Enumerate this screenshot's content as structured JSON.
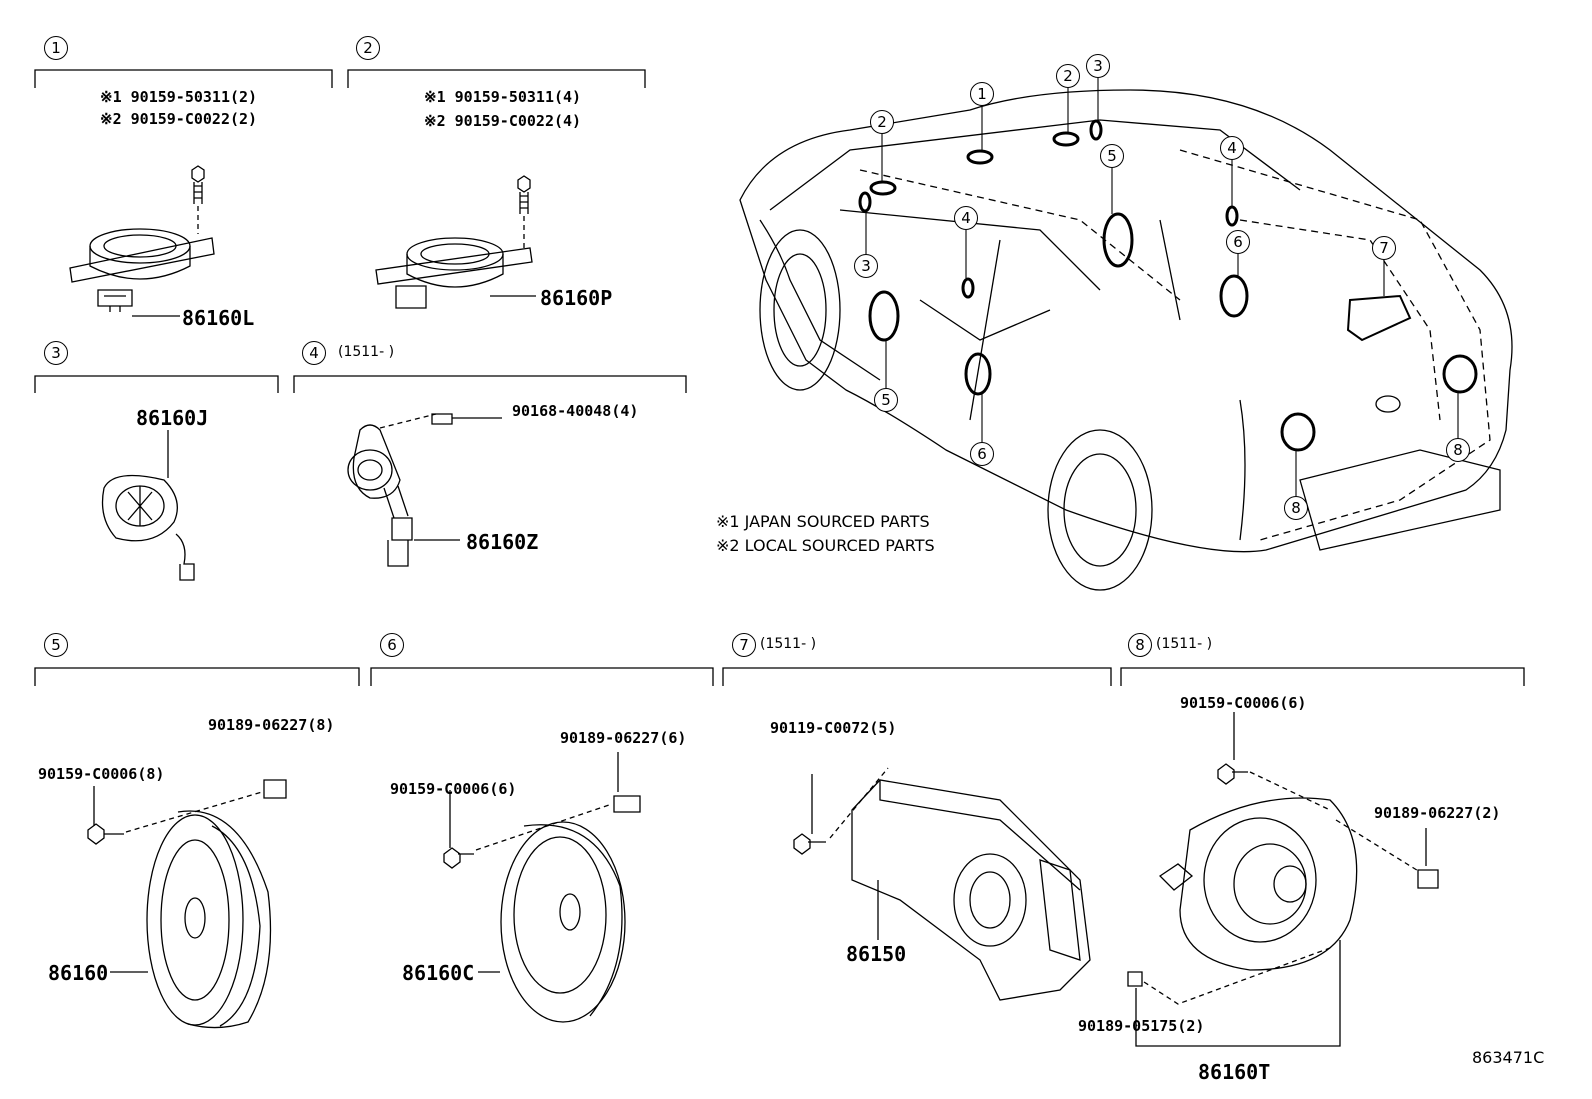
{
  "sections": [
    {
      "num": "1",
      "range": "",
      "parts": [
        "※1 90159-50311(2)",
        "※2 90159-C0022(2)",
        "86160L"
      ]
    },
    {
      "num": "2",
      "range": "",
      "parts": [
        "※1 90159-50311(4)",
        "※2 90159-C0022(4)",
        "86160P"
      ]
    },
    {
      "num": "3",
      "range": "",
      "parts": [
        "86160J"
      ]
    },
    {
      "num": "4",
      "range": "(1511-   )",
      "parts": [
        "90168-40048(4)",
        "86160Z"
      ]
    },
    {
      "num": "5",
      "range": "",
      "parts": [
        "90189-06227(8)",
        "90159-C0006(8)",
        "86160"
      ]
    },
    {
      "num": "6",
      "range": "",
      "parts": [
        "90189-06227(6)",
        "90159-C0006(6)",
        "86160C"
      ]
    },
    {
      "num": "7",
      "range": "(1511-   )",
      "parts": [
        "90119-C0072(5)",
        "86150"
      ]
    },
    {
      "num": "8",
      "range": "(1511-   )",
      "parts": [
        "90159-C0006(6)",
        "90189-06227(2)",
        "90189-05175(2)",
        "86160T"
      ]
    }
  ],
  "notes": [
    "※1 JAPAN SOURCED PARTS",
    "※2 LOCAL SOURCED PARTS"
  ],
  "callouts": [
    "2",
    "1",
    "2",
    "3",
    "5",
    "4",
    "3",
    "4",
    "6",
    "7",
    "5",
    "6",
    "8",
    "8"
  ],
  "diagram_ref": "863471C"
}
